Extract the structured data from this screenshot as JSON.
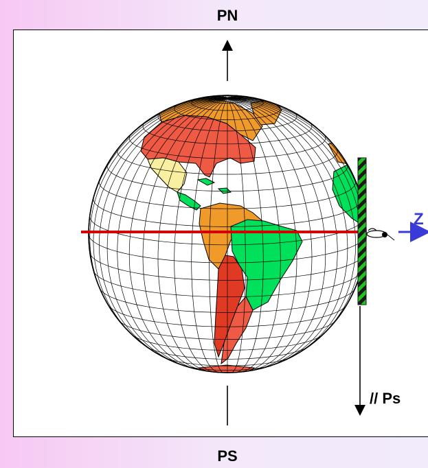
{
  "labels": {
    "north_pole": "PN",
    "south_pole": "PS",
    "z_axis": "Z",
    "parallel_ps": "// Ps"
  },
  "colors": {
    "equator": "#d40000",
    "z_arrow": "#3a3ad8",
    "barrier_green": "#21c321",
    "barrier_dark": "#1a1a1a",
    "land_green": "#00e05a",
    "land_orange": "#f09a2a",
    "land_red": "#ee5a44",
    "land_yellow": "#f8f0a0",
    "grid": "#000000"
  }
}
